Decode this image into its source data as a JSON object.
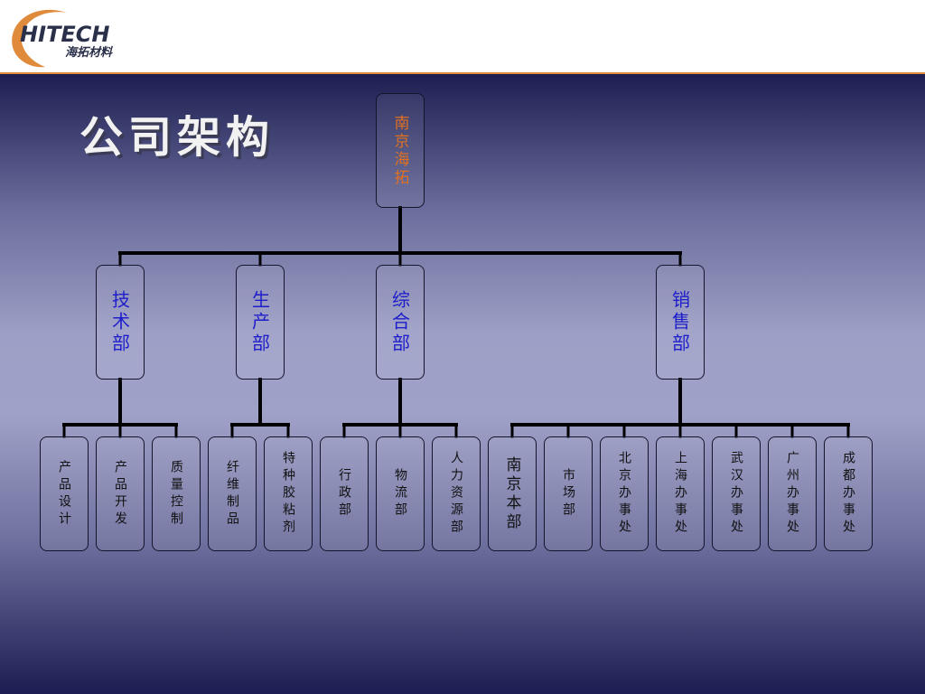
{
  "header": {
    "logo_text": "HITECH",
    "logo_subtext": "海拓材料"
  },
  "page_title": "公司架构",
  "org_chart": {
    "root": "南京海拓",
    "departments": [
      {
        "name": "技术部",
        "units": [
          "产品设计",
          "产品开发",
          "质量控制"
        ]
      },
      {
        "name": "生产部",
        "units": [
          "纤维制品",
          "特种胶粘剂"
        ]
      },
      {
        "name": "综合部",
        "units": [
          "行政部",
          "物流部",
          "人力资源部"
        ]
      },
      {
        "name": "销售部",
        "units": [
          "南京本部",
          "市场部",
          "北京办事处",
          "上海办事处",
          "武汉办事处",
          "广州办事处",
          "成都办事处"
        ]
      }
    ]
  },
  "colors": {
    "accent_orange": "#e08a3c",
    "root_text": "#e07020",
    "dept_text": "#1d1dcc",
    "header_logo_dark": "#2a2f4a"
  }
}
